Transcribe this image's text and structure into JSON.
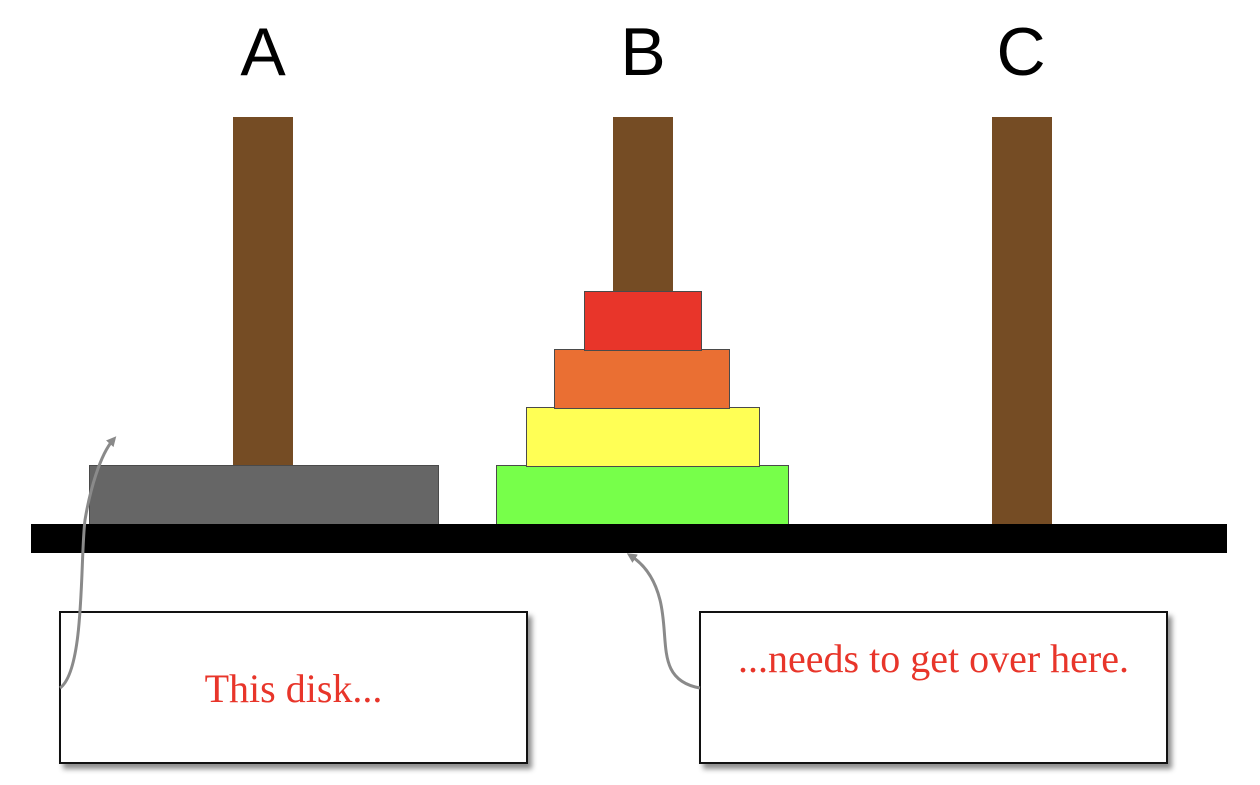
{
  "pegs": [
    {
      "id": "A",
      "label": "A"
    },
    {
      "id": "B",
      "label": "B"
    },
    {
      "id": "C",
      "label": "C"
    }
  ],
  "disks": [
    {
      "peg": "A",
      "color": "#666666",
      "description": "largest disk"
    },
    {
      "peg": "B",
      "color": "#77ff4a",
      "description": "disk 4"
    },
    {
      "peg": "B",
      "color": "#ffff55",
      "description": "disk 3"
    },
    {
      "peg": "B",
      "color": "#ea6f33",
      "description": "disk 2"
    },
    {
      "peg": "B",
      "color": "#e8352a",
      "description": "disk 1 (smallest)"
    }
  ],
  "callouts": {
    "left": {
      "text": "This disk..."
    },
    "right": {
      "text": "...needs to get over here."
    }
  },
  "colors": {
    "peg": "#754c24",
    "base": "#000000",
    "callout_text": "#e8352a",
    "arrow": "#8a8a8a"
  }
}
